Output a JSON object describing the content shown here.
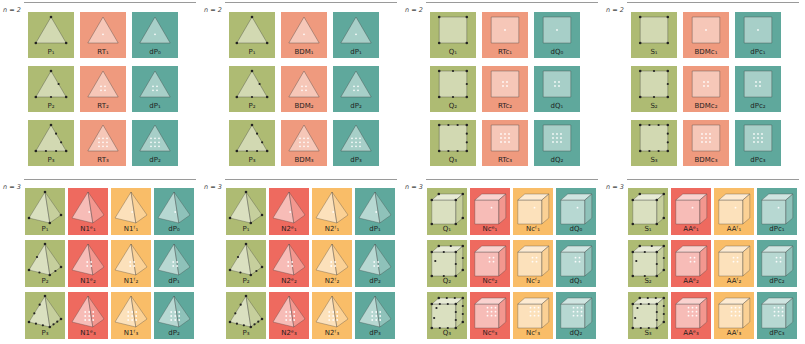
{
  "diagram": {
    "nodes": [
      {
        "text": [
          "P₁"
        ]
      },
      {
        "text": [
          "RT₁"
        ]
      },
      {
        "text": [
          "dP₀"
        ]
      },
      {
        "text": [
          "P₂"
        ]
      },
      {
        "text": [
          "RT₂"
        ]
      },
      {
        "text": [
          "dP₁"
        ]
      },
      {
        "text": [
          "P₃"
        ]
      },
      {
        "text": [
          "RT₃"
        ]
      },
      {
        "text": [
          "dP₂"
        ]
      },
      {
        "text": [
          "P₁"
        ]
      },
      {
        "text": [
          "BDM₁"
        ]
      },
      {
        "text": [
          "dP₁"
        ]
      },
      {
        "text": [
          "P₂"
        ]
      },
      {
        "text": [
          "BDM₂"
        ]
      },
      {
        "text": [
          "dP₂"
        ]
      },
      {
        "text": [
          "P₃"
        ]
      },
      {
        "text": [
          "BDM₃"
        ]
      },
      {
        "text": [
          "dP₃"
        ]
      },
      {
        "text": [
          "Q₁"
        ]
      },
      {
        "text": [
          "RTc₁"
        ]
      },
      {
        "text": [
          "dQ₀"
        ]
      },
      {
        "text": [
          "Q₂"
        ]
      },
      {
        "text": [
          "RTc₂"
        ]
      },
      {
        "text": [
          "dQ₁"
        ]
      },
      {
        "text": [
          "Q₃"
        ]
      },
      {
        "text": [
          "RTc₃"
        ]
      },
      {
        "text": [
          "dQ₂"
        ]
      },
      {
        "text": [
          "S₁"
        ]
      },
      {
        "text": [
          "BDMc₁"
        ]
      },
      {
        "text": [
          "dPc₁"
        ]
      },
      {
        "text": [
          "S₂"
        ]
      },
      {
        "text": [
          "BDMc₂"
        ]
      },
      {
        "text": [
          "dPc₂"
        ]
      },
      {
        "text": [
          "S₃"
        ]
      },
      {
        "text": [
          "BDMc₃"
        ]
      },
      {
        "text": [
          "dPc₃"
        ]
      },
      {
        "text": [
          "P₁"
        ]
      },
      {
        "text": [
          "N1ᵉ₁"
        ]
      },
      {
        "text": [
          "N1ᶠ₁"
        ]
      },
      {
        "text": [
          "dP₀"
        ]
      },
      {
        "text": [
          "P₂"
        ]
      },
      {
        "text": [
          "N1ᵉ₂"
        ]
      },
      {
        "text": [
          "N1ᶠ₂"
        ]
      },
      {
        "text": [
          "dP₁"
        ]
      },
      {
        "text": [
          "P₃"
        ]
      },
      {
        "text": [
          "N1ᵉ₃"
        ]
      },
      {
        "text": [
          "N1ᶠ₃"
        ]
      },
      {
        "text": [
          "dP₂"
        ]
      },
      {
        "text": [
          "P₁"
        ]
      },
      {
        "text": [
          "N2ᵉ₁"
        ]
      },
      {
        "text": [
          "N2ᶠ₁"
        ]
      },
      {
        "text": [
          "dP₁"
        ]
      },
      {
        "text": [
          "P₂"
        ]
      },
      {
        "text": [
          "N2ᵉ₂"
        ]
      },
      {
        "text": [
          "N2ᶠ₂"
        ]
      },
      {
        "text": [
          "dP₂"
        ]
      },
      {
        "text": [
          "P₃"
        ]
      },
      {
        "text": [
          "N2ᵉ₃"
        ]
      },
      {
        "text": [
          "N2ᶠ₃"
        ]
      },
      {
        "text": [
          "dP₃"
        ]
      },
      {
        "text": [
          "Q₁"
        ]
      },
      {
        "text": [
          "Ncᵉ₁"
        ]
      },
      {
        "text": [
          "Ncᶠ₁"
        ]
      },
      {
        "text": [
          "dQ₀"
        ]
      },
      {
        "text": [
          "Q₂"
        ]
      },
      {
        "text": [
          "Ncᵉ₂"
        ]
      },
      {
        "text": [
          "Ncᶠ₂"
        ]
      },
      {
        "text": [
          "dQ₁"
        ]
      },
      {
        "text": [
          "Q₃"
        ]
      },
      {
        "text": [
          "Ncᵉ₃"
        ]
      },
      {
        "text": [
          "Ncᶠ₃"
        ]
      },
      {
        "text": [
          "dQ₂"
        ]
      },
      {
        "text": [
          "S₁"
        ]
      },
      {
        "text": [
          "AAᵉ₁"
        ]
      },
      {
        "text": [
          "AAᶠ₁"
        ]
      },
      {
        "text": [
          "dPc₁"
        ]
      },
      {
        "text": [
          "S₂"
        ]
      },
      {
        "text": [
          "AAᵉ₂"
        ]
      },
      {
        "text": [
          "AAᶠ₂"
        ]
      },
      {
        "text": [
          "dPc₂"
        ]
      },
      {
        "text": [
          "S₃"
        ]
      },
      {
        "text": [
          "AAᵉ₃"
        ]
      },
      {
        "text": [
          "AAᶠ₃"
        ]
      },
      {
        "text": [
          "dPc₃"
        ]
      }
    ],
    "labels": [
      "n = 2",
      "n = 2",
      "n = 2",
      "n = 2",
      "n = 3",
      "n = 3",
      "n = 3",
      "n = 3"
    ]
  }
}
